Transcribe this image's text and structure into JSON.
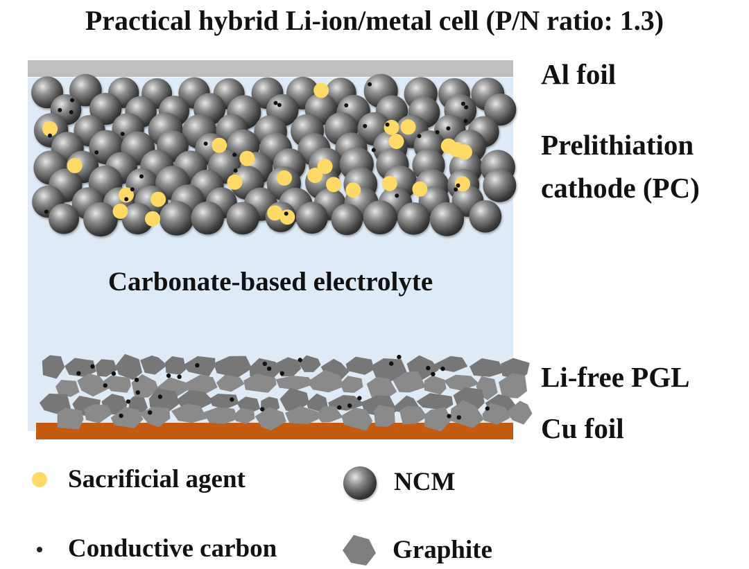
{
  "title": "Practical hybrid Li-ion/metal cell (P/N ratio: 1.3)",
  "labels": {
    "al_foil": "Al foil",
    "cathode_line1": "Prelithiation",
    "cathode_line2": "cathode (PC)",
    "electrolyte": "Carbonate-based electrolyte",
    "anode": "Li-free PGL",
    "cu_foil": "Cu foil"
  },
  "legend": {
    "sacrificial": "Sacrificial agent",
    "ncm": "NCM",
    "carbon": "Conductive carbon",
    "graphite": "Graphite"
  },
  "colors": {
    "al_foil": "#bfbfbf",
    "cu_foil": "#c55a11",
    "electrolyte": "#deebf7",
    "sacrificial": "#ffd966",
    "ncm": "#555555",
    "graphite": "#7f7f7f",
    "carbon": "#222222"
  }
}
